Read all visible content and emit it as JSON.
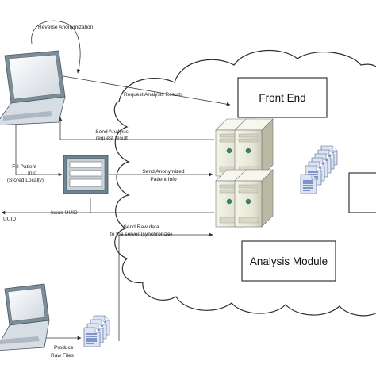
{
  "labels": {
    "reverse_anonymization": "Reverse Anonymization",
    "request_analysis_results": "Request Analysis Results",
    "send_analysis_line1": "Send Analysis",
    "send_analysis_line2": "request result",
    "fill_patient_line1": "Fill Patient",
    "fill_patient_line2": "Info",
    "fill_patient_line3": "(Stored Locally)",
    "send_anonymized_line1": "Send Anonymized",
    "send_anonymized_line2": "Patient  Info",
    "issue_uuid": "Issue UUID",
    "uuid_left": "UUID",
    "send_raw_line1": "Send Raw data",
    "send_raw_line2": "to the server (synchronize)",
    "produce_line1": "Produce",
    "produce_line2": "Raw Files"
  },
  "boxes": {
    "front_end": "Front End",
    "analysis_module": "Analysis Module"
  },
  "colors": {
    "line": "#3a3a3a",
    "cloud_stroke": "#2f2f2f",
    "server_body": "#ececdf",
    "server_dark": "#c8c8b6",
    "device_frame": "#6f8492",
    "document": "#dfe6f3",
    "document_lines": "#3f5fa8"
  }
}
